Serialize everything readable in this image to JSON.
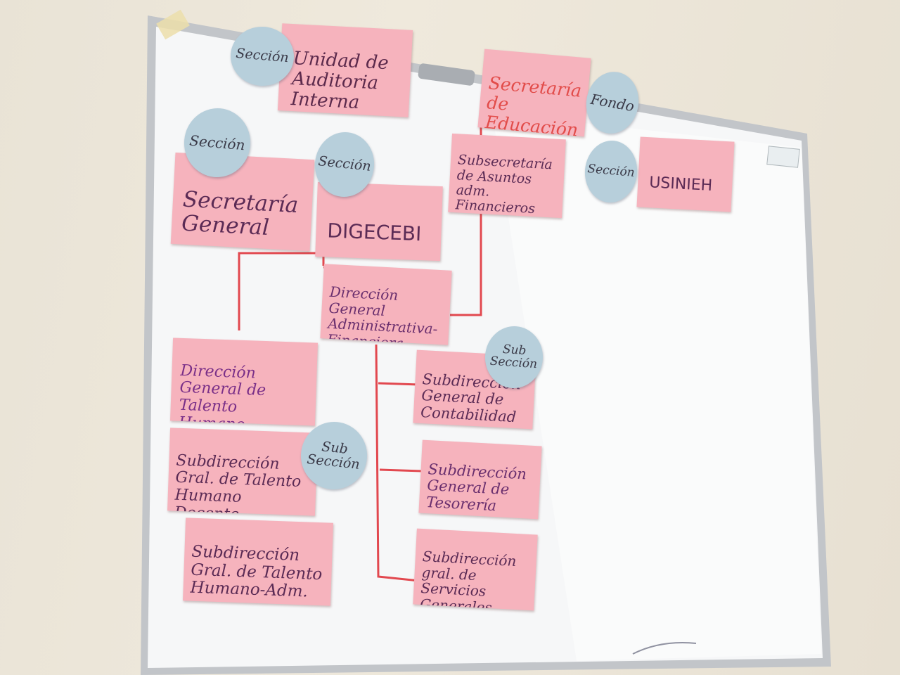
{
  "notes": {
    "unidad_auditoria": "Unidad de\nAuditoria\nInterna",
    "secretaria_educacion": "Secretaría de\nEducación",
    "secretaria_general": "Secretaría\nGeneral",
    "digecebi": "DIGECEBI",
    "subsecretaria": "Subsecretaría\nde Asuntos adm.\nFinancieros",
    "usinieh": "USINIEH",
    "direccion_admin": "Dirección General\nAdministrativa-\nFinanciera",
    "direccion_talento": "Dirección\nGeneral de Talento\nHumano",
    "sub_talento_docente": "Subdirección\nGral. de Talento\nHumano Docente",
    "sub_talento_adm": "Subdirección\nGral. de Talento\nHumano-Adm.",
    "sub_contabilidad": "Subdirección\nGeneral de\nContabilidad",
    "sub_tesoreria": "Subdirección\nGeneral de\nTesorería",
    "sub_servicios": "Subdirección\ngral. de Servicios\nGenerales"
  },
  "circles": {
    "seccion_1": "Sección",
    "fondo": "Fondo",
    "seccion_2": "Sección",
    "seccion_3": "Sección",
    "seccion_4": "Sección",
    "subseccion_1": "Sub\nSección",
    "subseccion_2": "Sub\nSección"
  },
  "colors": {
    "note": "#f6b3bd",
    "circle": "#b7cfdb",
    "connector": "#e2484f",
    "board": "#f4f5f6",
    "frame": "#b9bcc0",
    "wall": "#ece6d9"
  }
}
